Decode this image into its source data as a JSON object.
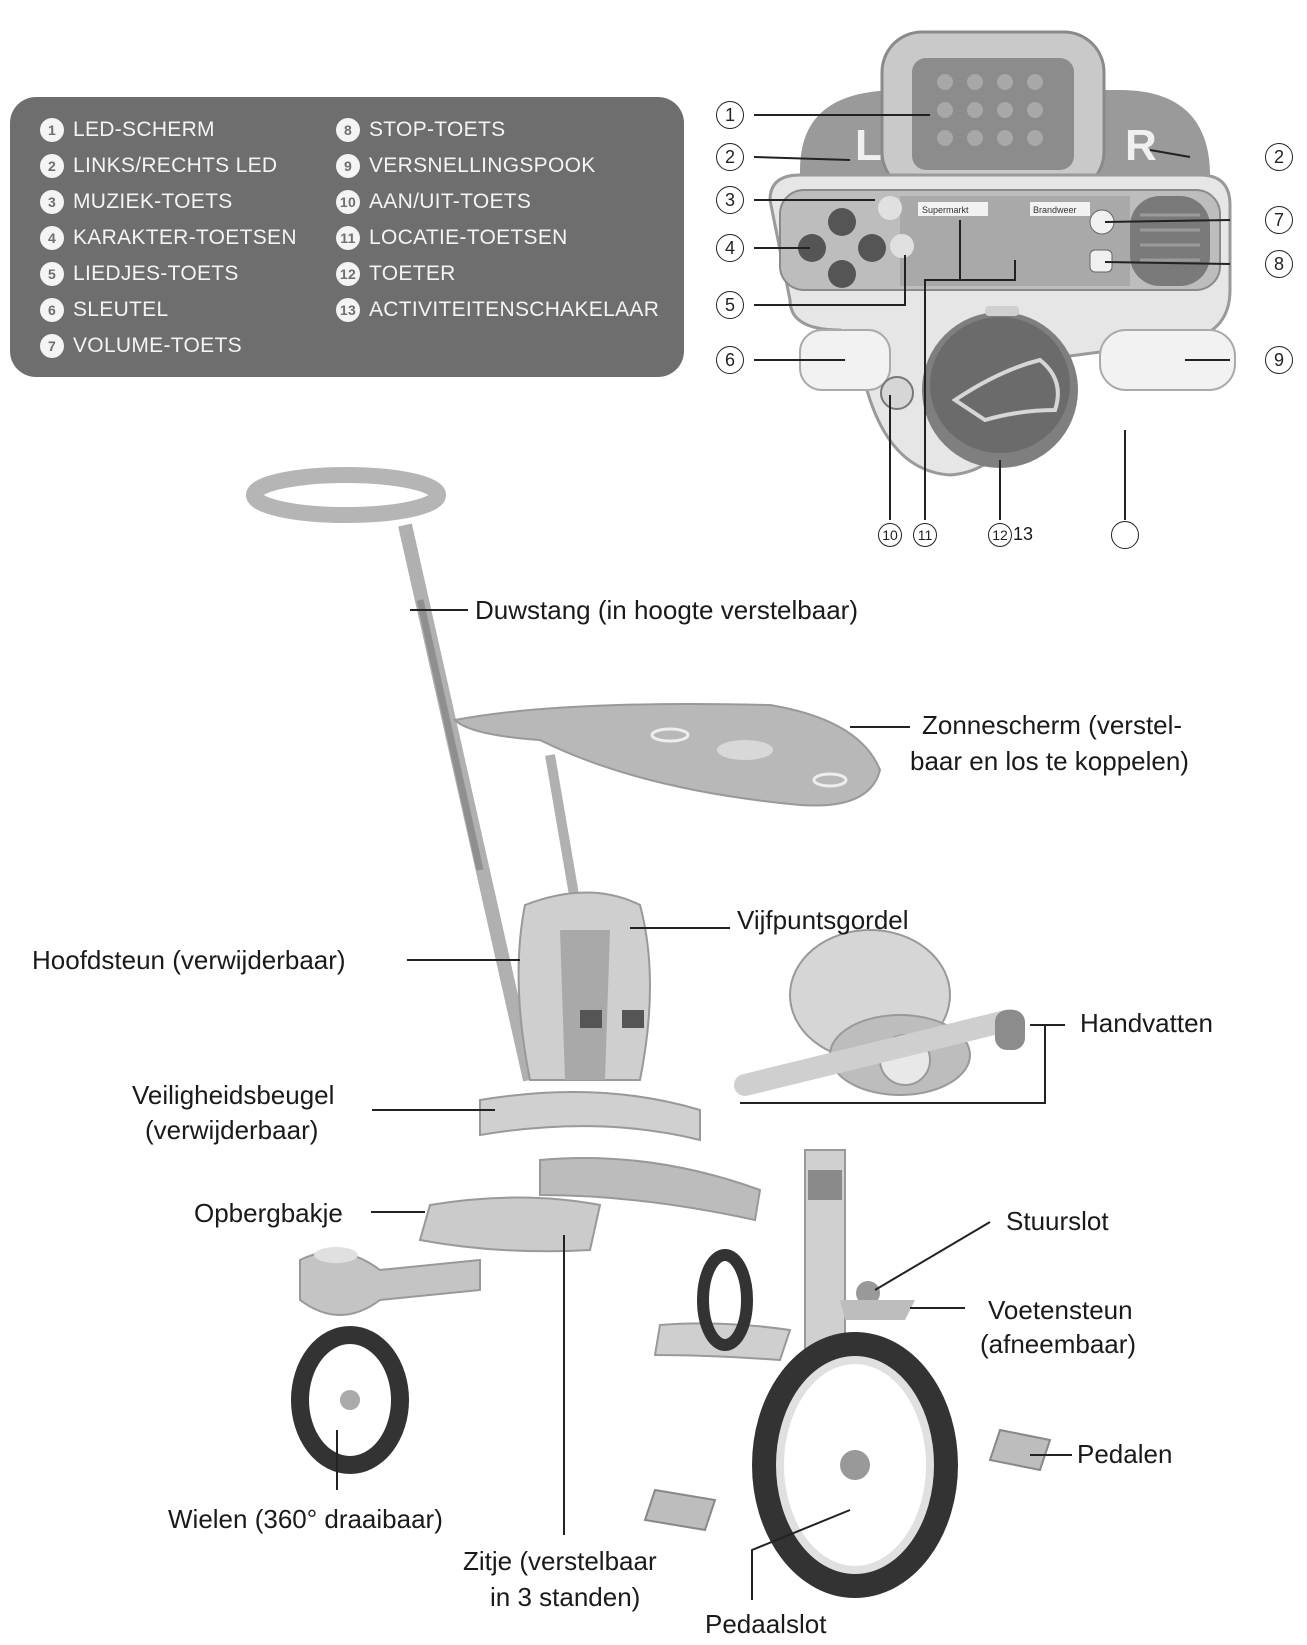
{
  "legend": {
    "items": [
      {
        "n": "1",
        "text": "LED-SCHERM"
      },
      {
        "n": "2",
        "text": "LINKS/RECHTS LED"
      },
      {
        "n": "3",
        "text": "MUZIEK-TOETS"
      },
      {
        "n": "4",
        "text": "KARAKTER-TOETSEN"
      },
      {
        "n": "5",
        "text": "LIEDJES-TOETS"
      },
      {
        "n": "6",
        "text": "SLEUTEL"
      },
      {
        "n": "7",
        "text": "VOLUME-TOETS"
      },
      {
        "n": "8",
        "text": "STOP-TOETS"
      },
      {
        "n": "9",
        "text": "VERSNELLINGSPOOK"
      },
      {
        "n": "10",
        "text": "AAN/UIT-TOETS"
      },
      {
        "n": "11",
        "text": "LOCATIE-TOETSEN"
      },
      {
        "n": "12",
        "text": "TOETER"
      },
      {
        "n": "13",
        "text": "ACTIVITEITENSCHAKELAAR"
      }
    ]
  },
  "dashboard": {
    "left_letter": "L",
    "right_letter": "R",
    "screen_sign_1": "Supermarkt",
    "screen_sign_2": "Brandweer",
    "callouts": {
      "c1": "1",
      "c2a": "2",
      "c2b": "2",
      "c3": "3",
      "c4": "4",
      "c5": "5",
      "c6": "6",
      "c7": "7",
      "c8": "8",
      "c9": "9",
      "c10": "10",
      "c11": "11",
      "c12": "12",
      "c13": "13"
    }
  },
  "labels": {
    "duwstang": "Duwstang (in hoogte verstelbaar)",
    "zonnescherm_1": "Zonnescherm (verstel-",
    "zonnescherm_2": "baar en los te koppelen)",
    "vijfpuntsgordel": "Vijfpuntsgordel",
    "hoofdsteun": "Hoofdsteun (verwijderbaar)",
    "handvatten": "Handvatten",
    "veiligheidsbeugel_1": "Veiligheidsbeugel",
    "veiligheidsbeugel_2": "(verwijderbaar)",
    "opbergbakje": "Opbergbakje",
    "stuurslot": "Stuurslot",
    "voetensteun_1": "Voetensteun",
    "voetensteun_2": "(afneembaar)",
    "pedalen": "Pedalen",
    "wielen": "Wielen (360° draaibaar)",
    "zitje_1": "Zitje (verstelbaar",
    "zitje_2": "in 3 standen)",
    "pedaalslot": "Pedaalslot"
  }
}
